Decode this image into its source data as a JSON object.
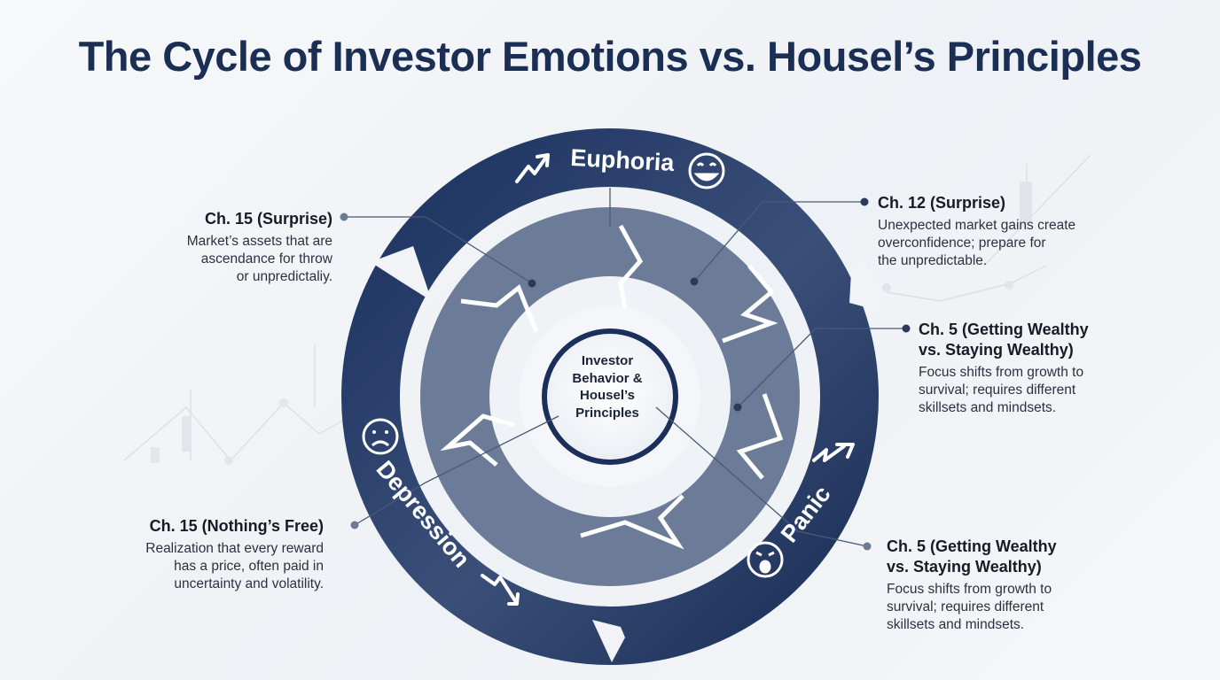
{
  "title": "The Cycle of Investor Emotions vs. Housel’s Principles",
  "center": {
    "lines": [
      "Investor",
      "Behavior &",
      "Housel’s",
      "Principles"
    ]
  },
  "phases": {
    "euphoria": "Euphoria",
    "panic": "Panic",
    "depression": "Depression"
  },
  "icons": {
    "euphoria": "smiling-face-icon",
    "panic": "distressed-face-icon",
    "depression": "frowning-face-icon"
  },
  "callouts": {
    "top_left": {
      "chapter": "Ch. 15 (Surprise)",
      "lines": [
        "Market’s assets that are",
        "ascendance for throw",
        "or unpredictaliy."
      ]
    },
    "top_right": {
      "chapter": "Ch. 12 (Surprise)",
      "lines": [
        "Unexpected market gains create",
        "overconfidence; prepare for",
        "the unpredictable."
      ]
    },
    "mid_right": {
      "chapter_lines": [
        "Ch. 5 (Getting Wealthy",
        "vs. Staying Wealthy)"
      ],
      "lines": [
        "Focus shifts from growth to",
        "survival; requires different",
        "skillsets and mindsets."
      ]
    },
    "bottom_right": {
      "chapter_lines": [
        "Ch. 5 (Getting Wealthy",
        "vs. Staying Wealthy)"
      ],
      "lines": [
        "Focus shifts from growth to",
        "survival; requires different",
        "skillsets and mindsets."
      ]
    },
    "bottom_left": {
      "chapter": "Ch. 15 (Nothing’s Free)",
      "lines": [
        "Realization that every reward",
        "has a price, often paid in",
        "uncertainty and volatility."
      ]
    }
  },
  "colors": {
    "title": "#1b2f55",
    "ring_dark": "#1c3260",
    "ring_light": "#4b5e82",
    "segment": "#6a7a96",
    "connector": "#3a4a66"
  }
}
